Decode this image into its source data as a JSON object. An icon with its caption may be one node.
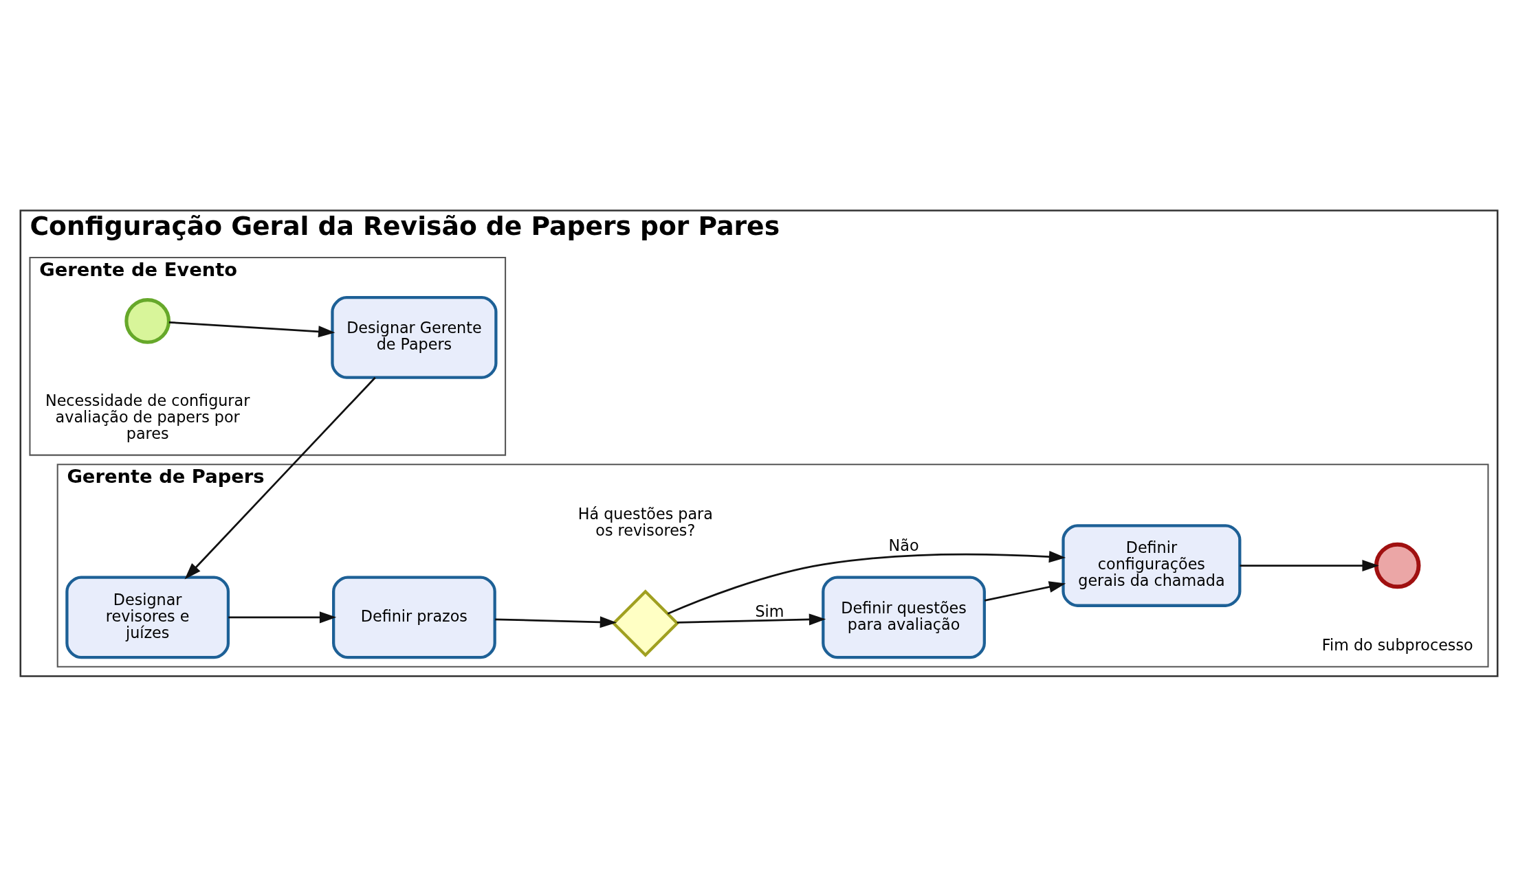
{
  "diagram": {
    "nodes": [
      {
        "text": [
          "Configuração Geral da Revisão de Papers por Pares"
        ]
      },
      {
        "text": [
          "Gerente de Evento"
        ],
        "in": 0
      },
      {
        "text": [
          "Gerente de Papers"
        ],
        "in": 0
      },
      {
        "text": [],
        "shape": "circle",
        "in": 1,
        "beside": [
          "Necessidade de configurar avaliação de papers por pares"
        ]
      },
      {
        "text": [
          "Designar Gerente de Papers"
        ],
        "in": 1
      },
      {
        "text": [
          "Designar revisores e juízes"
        ],
        "in": 2
      },
      {
        "text": [
          "Definir prazos"
        ],
        "in": 2
      },
      {
        "text": [],
        "shape": "diamond",
        "in": 2,
        "beside": [
          "Há questões para os revisores?"
        ]
      },
      {
        "text": [
          "Definir questões para avaliação"
        ],
        "in": 2
      },
      {
        "text": [
          "Definir configurações gerais da chamada"
        ],
        "in": 2
      },
      {
        "text": [],
        "shape": "circle",
        "in": 2,
        "beside": [
          "Fim do subprocesso"
        ]
      }
    ],
    "edges": [
      {
        "from": 3,
        "to": 4,
        "arrow": "to"
      },
      {
        "from": 4,
        "to": 5,
        "arrow": "to"
      },
      {
        "from": 5,
        "to": 6,
        "arrow": "to"
      },
      {
        "from": 6,
        "to": 7,
        "arrow": "to"
      },
      {
        "from": 7,
        "to": 8,
        "arrow": "to",
        "label": "Sim"
      },
      {
        "from": 7,
        "to": 9,
        "arrow": "to",
        "label": "Não"
      },
      {
        "from": 8,
        "to": 9,
        "arrow": "to"
      },
      {
        "from": 9,
        "to": 10,
        "arrow": "to"
      }
    ]
  }
}
